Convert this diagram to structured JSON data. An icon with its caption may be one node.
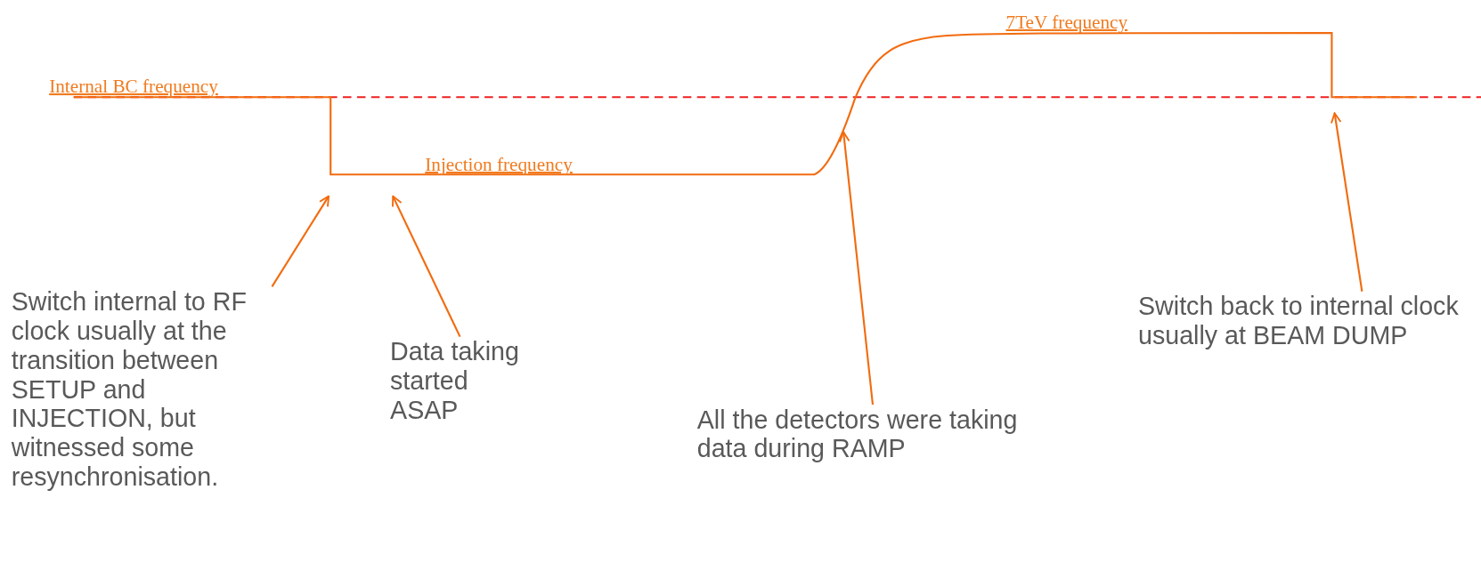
{
  "diagram": {
    "nodes": [
      {
        "text": [
          "Switch internal to RF clock usually at the transition between SETUP and INJECTION, but witnessed some resynchronisation."
        ]
      },
      {
        "text": [
          "Data taking started ASAP"
        ]
      },
      {
        "text": [
          "All the detectors were taking data during RAMP"
        ]
      },
      {
        "text": [
          "Switch back to internal clock usually at BEAM DUMP"
        ]
      }
    ],
    "edges": [
      {
        "from": 0,
        "to": null,
        "arrow": "to"
      },
      {
        "from": 1,
        "to": null,
        "arrow": "to"
      },
      {
        "from": 2,
        "to": null,
        "arrow": "to"
      },
      {
        "from": 3,
        "to": null,
        "arrow": "to"
      }
    ],
    "labels": [
      "7TeV frequency",
      "Internal BC frequency",
      "Injection frequency"
    ]
  }
}
